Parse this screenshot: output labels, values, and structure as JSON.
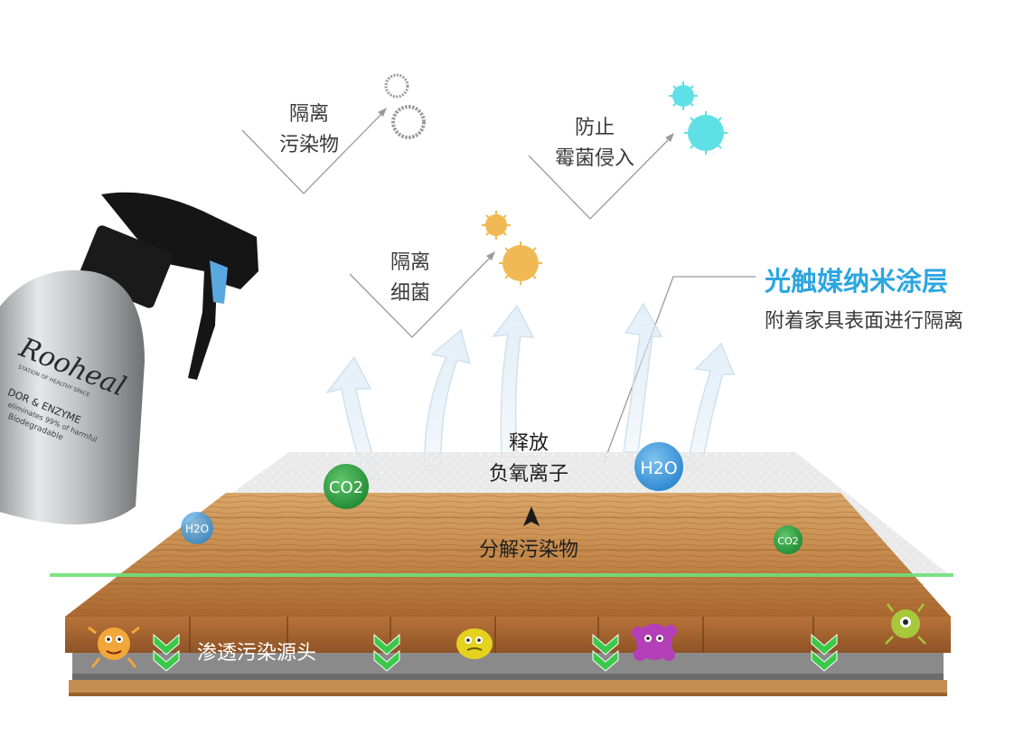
{
  "callouts": {
    "isolate_pollutants": [
      "隔离",
      "污染物"
    ],
    "prevent_mold": [
      "防止",
      "霉菌侵入"
    ],
    "isolate_bacteria": [
      "隔离",
      "细菌"
    ]
  },
  "headline": "光触媒纳米涂层",
  "subline": "附着家具表面进行隔离",
  "release_label": [
    "释放",
    "负氧离子"
  ],
  "decompose_label": "分解污染物",
  "penetrate_label": "渗透污染源头",
  "molecules": {
    "co2_large": "CO2",
    "co2_small": "CO2",
    "h2o_large": "H2O",
    "h2o_small": "H2O"
  },
  "bottle": {
    "brand": "Rooheal",
    "tagline": "STATION OF HEALTHY SPACE",
    "product_line": "DOR & ENZYME",
    "line2": "eliminates 99% of harmful",
    "line3": "Biodegradable"
  },
  "colors": {
    "accent_blue": "#2ba6e0",
    "green_line": "#6ee07a",
    "wood": "#c58a4c",
    "mold_cyan": "#5fe0e6",
    "bacteria_orange": "#f0b954",
    "co2_green": "#2f9e3f",
    "h2o_blue": "#3a95d6"
  }
}
